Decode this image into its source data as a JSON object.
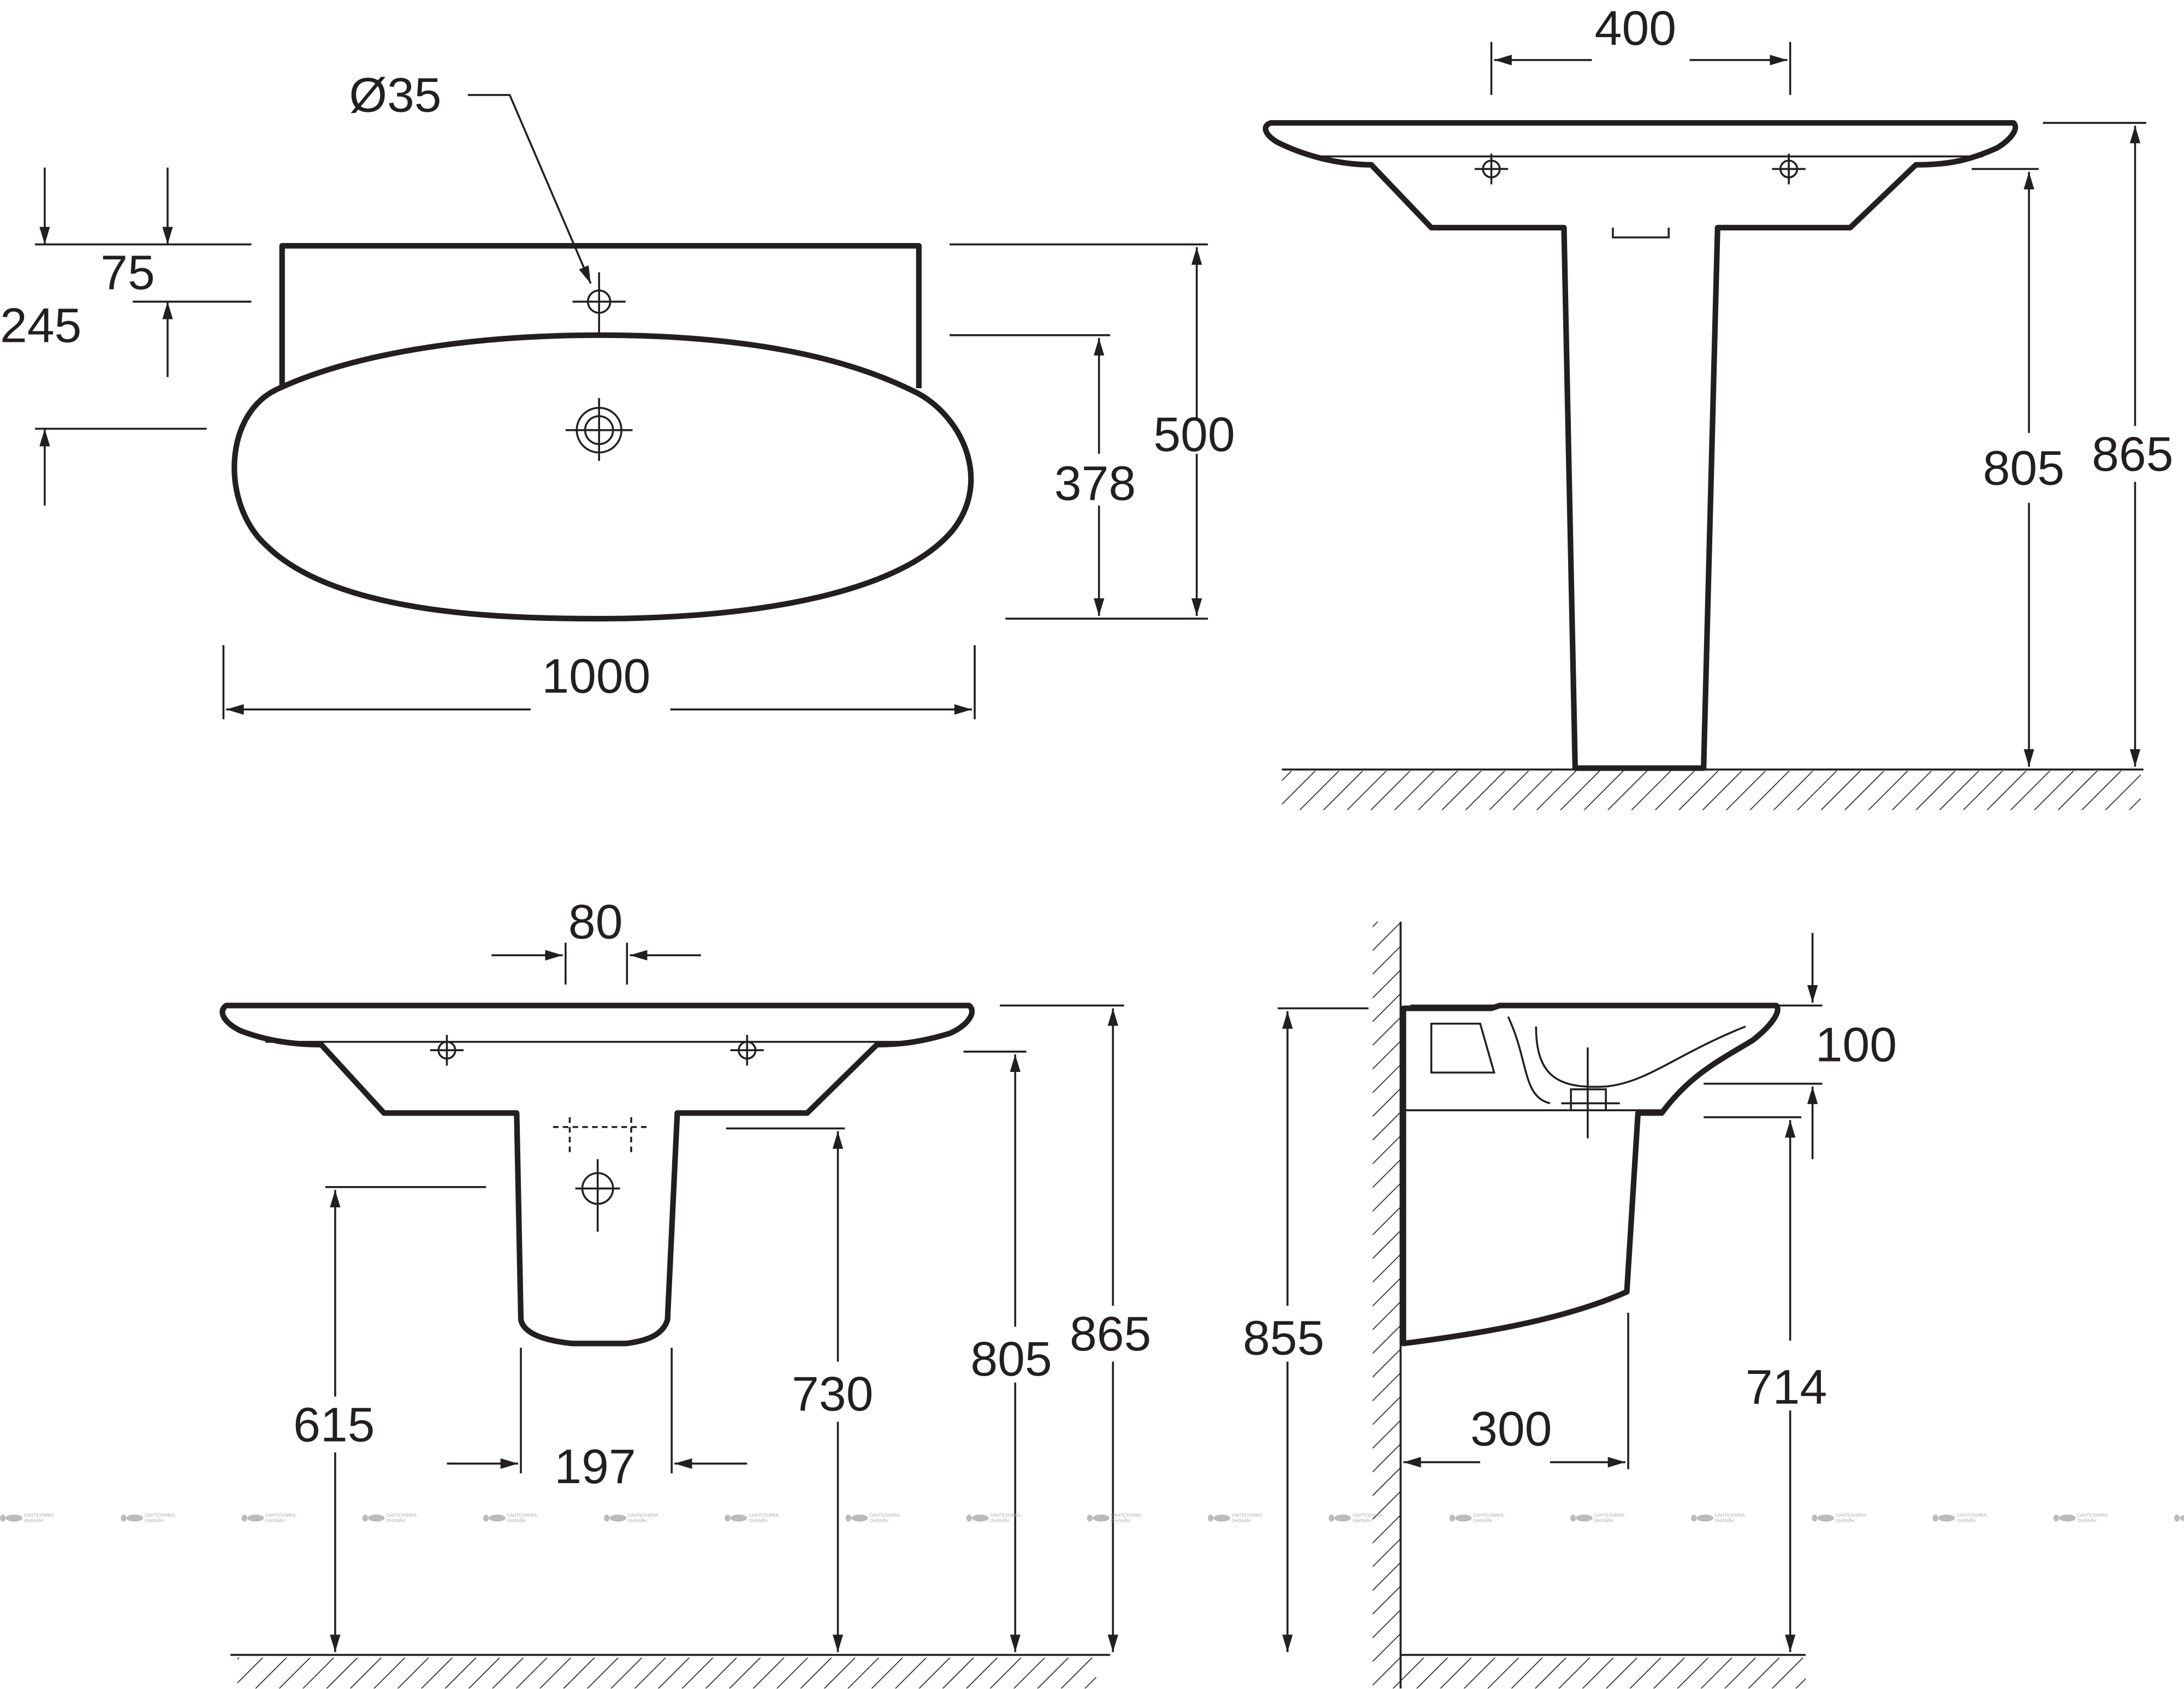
{
  "watermark": {
    "line1": "САНТЕХНИКА-",
    "line2": "ОНЛАЙН"
  },
  "top_view": {
    "hole_diameter": "Ø35",
    "d75": "75",
    "d245": "245",
    "d500": "500",
    "d378": "378",
    "d1000": "1000"
  },
  "pedestal_front": {
    "d400": "400",
    "d805": "805",
    "d865": "865"
  },
  "semi_pedestal_front": {
    "d80": "80",
    "d615": "615",
    "d197": "197",
    "d730": "730",
    "d805": "805",
    "d865": "865"
  },
  "side_view": {
    "d100": "100",
    "d855": "855",
    "d300": "300",
    "d714": "714"
  }
}
